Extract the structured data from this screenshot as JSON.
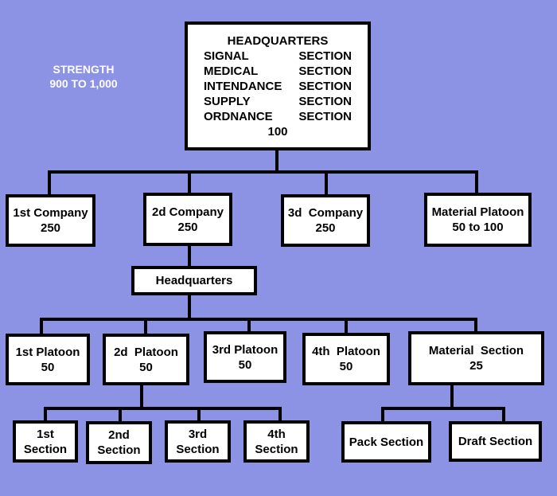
{
  "strength": {
    "line1": "STRENGTH",
    "line2": "900 TO 1,000"
  },
  "headquarters": {
    "title": "HEADQUARTERS",
    "sections": [
      {
        "name": "SIGNAL",
        "suffix": "SECTION"
      },
      {
        "name": "MEDICAL",
        "suffix": "SECTION"
      },
      {
        "name": "INTENDANCE",
        "suffix": "SECTION"
      },
      {
        "name": "SUPPLY",
        "suffix": "SECTION"
      },
      {
        "name": "ORDNANCE",
        "suffix": "SECTION"
      }
    ],
    "strength": "100"
  },
  "companies": [
    {
      "name": "1st Company",
      "strength": "250"
    },
    {
      "name": "2d Company",
      "strength": "250"
    },
    {
      "name": "3d  Company",
      "strength": "250"
    },
    {
      "name": "Material Platoon",
      "strength": "50 to 100"
    }
  ],
  "company_hq": {
    "label": "Headquarters"
  },
  "platoons": [
    {
      "name": "1st Platoon",
      "strength": "50"
    },
    {
      "name": "2d  Platoon",
      "strength": "50"
    },
    {
      "name": "3rd Platoon",
      "strength": "50"
    },
    {
      "name": "4th  Platoon",
      "strength": "50"
    },
    {
      "name": "Material  Section",
      "strength": "25"
    }
  ],
  "sections": [
    {
      "line1": "1st",
      "line2": "Section"
    },
    {
      "line1": "2nd",
      "line2": "Section"
    },
    {
      "line1": "3rd",
      "line2": "Section"
    },
    {
      "line1": "4th",
      "line2": "Section"
    }
  ],
  "material_sections": [
    {
      "label": "Pack Section"
    },
    {
      "label": "Draft Section"
    }
  ],
  "colors": {
    "background": "#8c92e4",
    "box": "#ffffff",
    "line": "#000000",
    "strength_text": "#ffffff"
  }
}
